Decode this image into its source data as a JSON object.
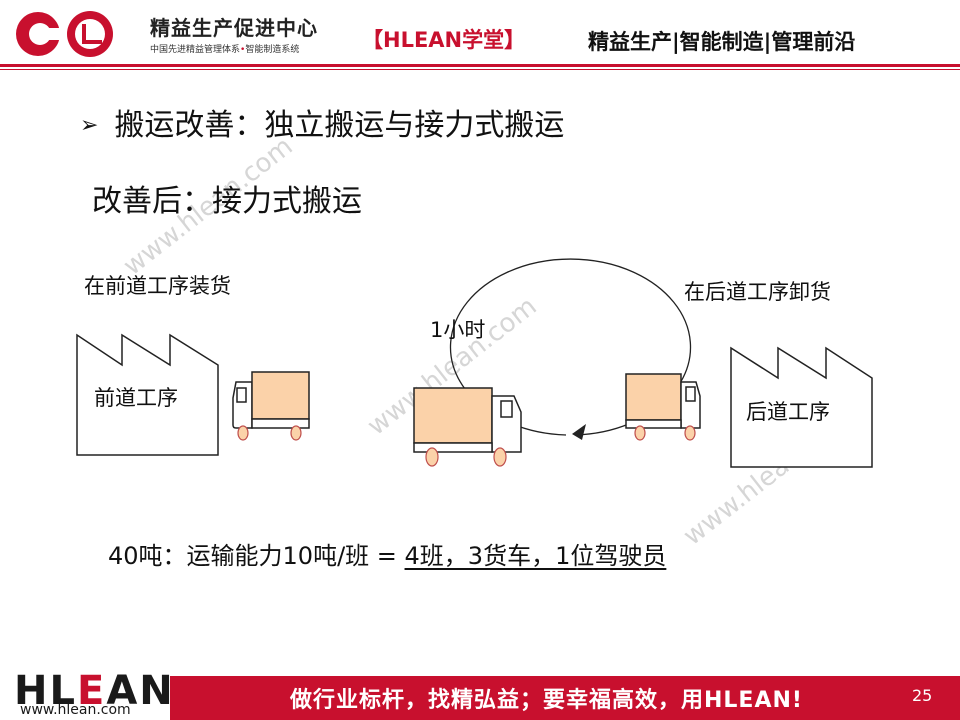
{
  "header": {
    "center_name": "精益生产促进中心",
    "center_sub_a": "中国先进精益管理体系",
    "center_sub_sep": "•",
    "center_sub_b": "智能制造系统",
    "brand_open": "【",
    "brand_hlean": "HLEAN",
    "brand_xt": "学堂",
    "brand_close": "】",
    "tagline": "精益生产|智能制造|管理前沿"
  },
  "slide": {
    "bullet_marker": "➢",
    "title": "搬运改善：独立搬运与接力式搬运",
    "subheading": "改善后：接力式搬运",
    "left_caption": "在前道工序装货",
    "right_caption": "在后道工序卸货",
    "loop_label": "1小时",
    "left_factory_label": "前道工序",
    "right_factory_label": "后道工序",
    "calc_prefix": "40吨：运输能力10吨/班 = ",
    "calc_result": "4班，3货车，1位驾驶员"
  },
  "watermark": "www.hlean.com",
  "footer": {
    "logo": [
      "H",
      "L",
      "E",
      "A",
      "N"
    ],
    "url": "www.hlean.com",
    "slogan": "做行业标杆，找精弘益；要幸福高效，用HLEAN!",
    "page_number": "25"
  },
  "colors": {
    "brand_red": "#c8102e",
    "truck_cargo": "#fbd2a9",
    "wheel_fill": "#fbd2a9"
  },
  "icons": [
    "company-logo-icon",
    "factory-icon",
    "truck-icon",
    "loop-arrow-icon"
  ]
}
